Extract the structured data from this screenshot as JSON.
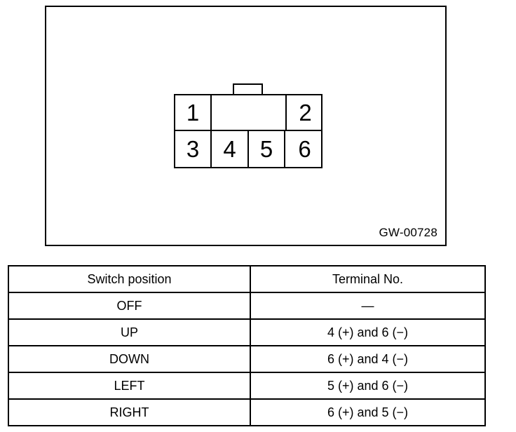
{
  "diagram": {
    "figure_code": "GW-00728",
    "connector": {
      "tab_label": "",
      "top_row": [
        {
          "pin": "1"
        },
        {
          "pin": ""
        },
        {
          "pin": "2"
        }
      ],
      "bottom_row": [
        {
          "pin": "3"
        },
        {
          "pin": "4"
        },
        {
          "pin": "5"
        },
        {
          "pin": "6"
        }
      ]
    }
  },
  "table": {
    "headers": {
      "switch_position": "Switch position",
      "terminal_no": "Terminal No."
    },
    "rows": [
      {
        "position": "OFF",
        "terminals": "—"
      },
      {
        "position": "UP",
        "terminals": "4 (+) and 6 (−)"
      },
      {
        "position": "DOWN",
        "terminals": "6 (+) and 4 (−)"
      },
      {
        "position": "LEFT",
        "terminals": "5 (+) and 6 (−)"
      },
      {
        "position": "RIGHT",
        "terminals": "6 (+) and 5 (−)"
      }
    ]
  },
  "colors": {
    "line": "#000000",
    "background": "#ffffff"
  }
}
